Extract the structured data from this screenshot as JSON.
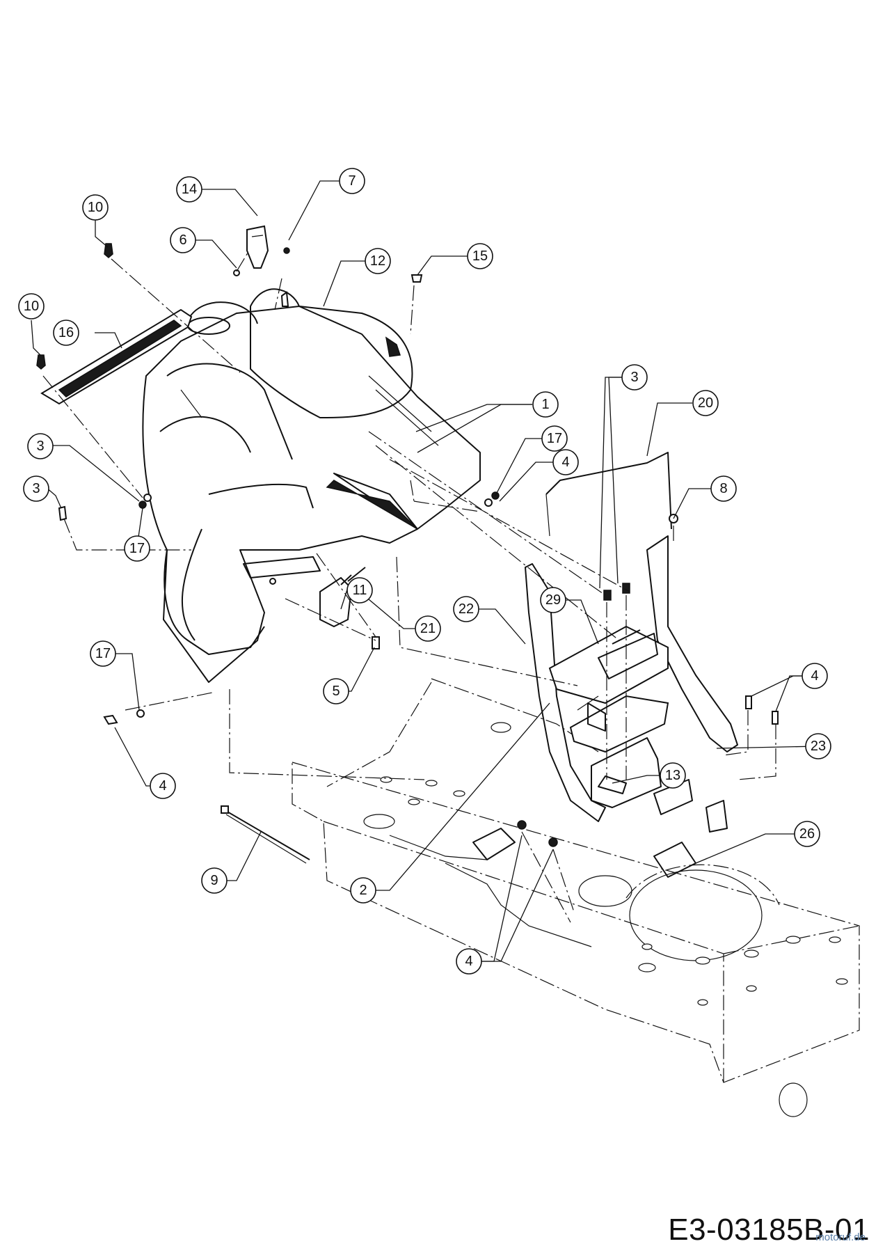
{
  "callouts": [
    {
      "id": "14",
      "label": "14"
    },
    {
      "id": "7",
      "label": "7"
    },
    {
      "id": "10a",
      "label": "10"
    },
    {
      "id": "6",
      "label": "6"
    },
    {
      "id": "12",
      "label": "12"
    },
    {
      "id": "15",
      "label": "15"
    },
    {
      "id": "10b",
      "label": "10"
    },
    {
      "id": "16",
      "label": "16"
    },
    {
      "id": "3a",
      "label": "3"
    },
    {
      "id": "3b",
      "label": "3"
    },
    {
      "id": "17a",
      "label": "17"
    },
    {
      "id": "1",
      "label": "1"
    },
    {
      "id": "17b",
      "label": "17"
    },
    {
      "id": "4a",
      "label": "4"
    },
    {
      "id": "3c",
      "label": "3"
    },
    {
      "id": "20",
      "label": "20"
    },
    {
      "id": "8",
      "label": "8"
    },
    {
      "id": "11",
      "label": "11"
    },
    {
      "id": "21",
      "label": "21"
    },
    {
      "id": "5",
      "label": "5"
    },
    {
      "id": "22",
      "label": "22"
    },
    {
      "id": "29",
      "label": "29"
    },
    {
      "id": "17c",
      "label": "17"
    },
    {
      "id": "4b",
      "label": "4"
    },
    {
      "id": "4c",
      "label": "4"
    },
    {
      "id": "23",
      "label": "23"
    },
    {
      "id": "13",
      "label": "13"
    },
    {
      "id": "26",
      "label": "26"
    },
    {
      "id": "9",
      "label": "9"
    },
    {
      "id": "2",
      "label": "2"
    },
    {
      "id": "4d",
      "label": "4"
    }
  ],
  "drawing_number": "E3-03185B-01",
  "watermark": "motoruf.de"
}
